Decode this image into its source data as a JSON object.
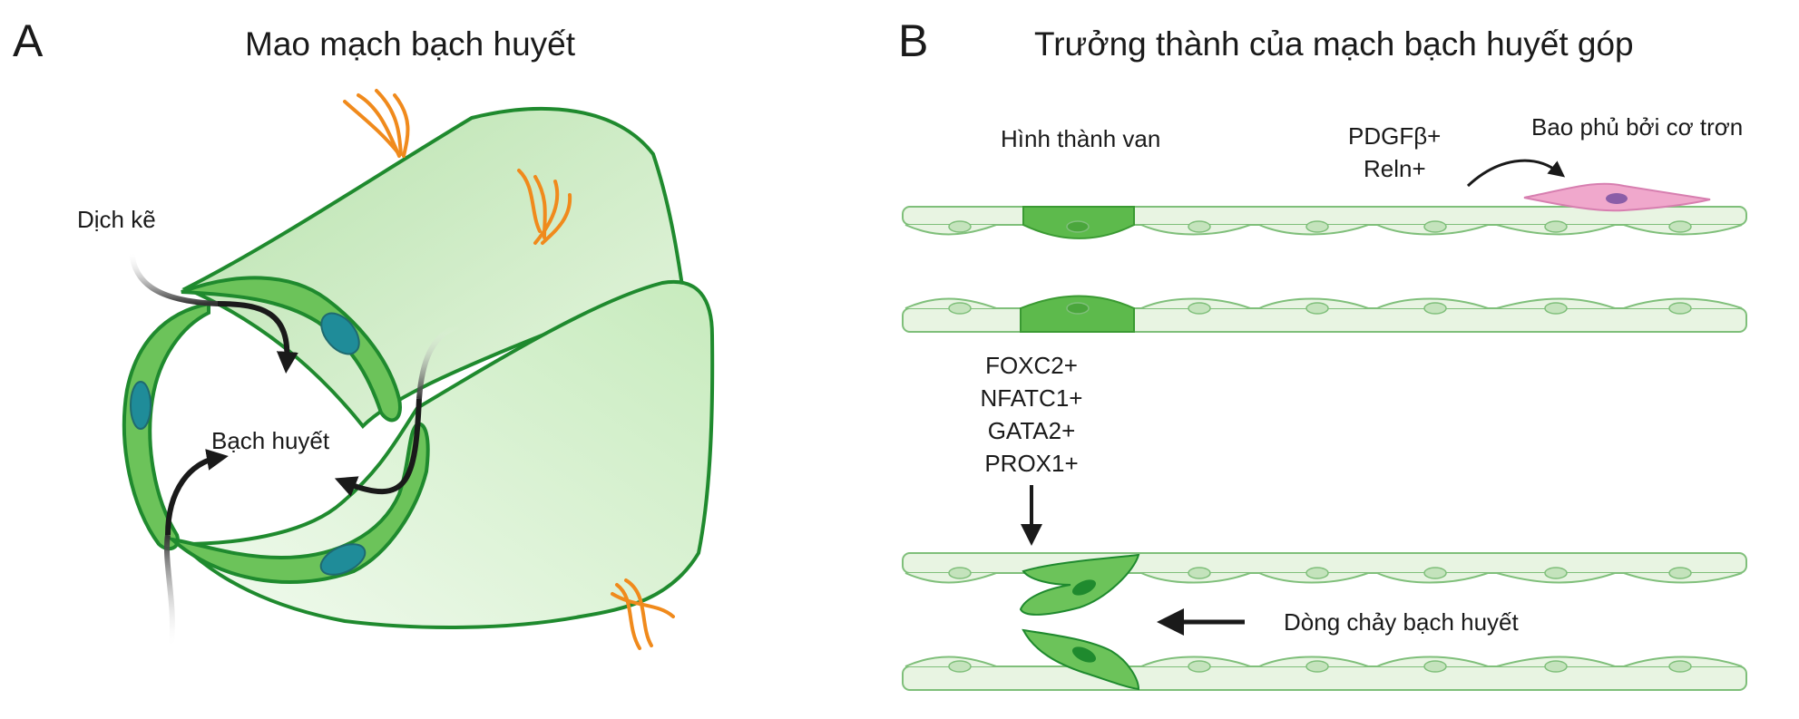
{
  "panelA": {
    "letter": "A",
    "title": "Mao mạch bạch huyết",
    "interstitial_label": "Dịch kẽ",
    "lumen_label": "Bạch huyết"
  },
  "panelB": {
    "letter": "B",
    "title": "Trưởng thành của mạch bạch huyết góp",
    "valve_label": "Hình thành van",
    "pdgf_markers": [
      "PDGFβ+",
      "Reln+"
    ],
    "smc_label": "Bao phủ bởi cơ trơn",
    "tf_markers": [
      "FOXC2+",
      "NFATC1+",
      "GATA2+",
      "PROX1+"
    ],
    "flow_label": "Dòng chảy bạch huyết"
  },
  "colors": {
    "vessel_outline": "#1f8a2e",
    "vessel_fill": "#c8e8c0",
    "cell_fill": "#e8f4e2",
    "cell_outline": "#7fbf7a",
    "valve_cell": "#5dba4c",
    "nucleus": "#1f8c99",
    "anchoring_filament": "#f08a1c",
    "smooth_muscle": "#f0a8cc",
    "arrow": "#1a1a1a"
  }
}
